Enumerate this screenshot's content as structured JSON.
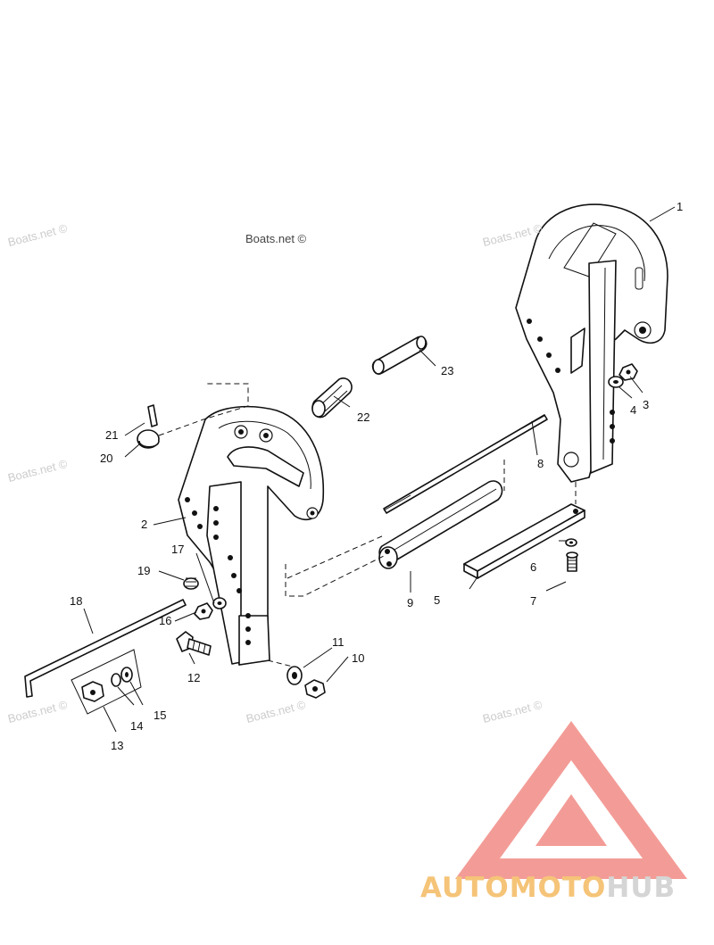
{
  "watermarks": {
    "main": "Boats.net ©",
    "faint": "Boats.net ©"
  },
  "callouts": [
    "1",
    "2",
    "3",
    "4",
    "5",
    "6",
    "7",
    "8",
    "9",
    "10",
    "11",
    "12",
    "13",
    "14",
    "15",
    "16",
    "17",
    "18",
    "19",
    "20",
    "21",
    "22",
    "23"
  ],
  "logo": {
    "part1": "AUTOMOTO",
    "part2": "HUB",
    "colors": {
      "triangle": "#f08a86",
      "text_orange": "#f5c478",
      "text_gray": "#d5d5d5"
    }
  }
}
